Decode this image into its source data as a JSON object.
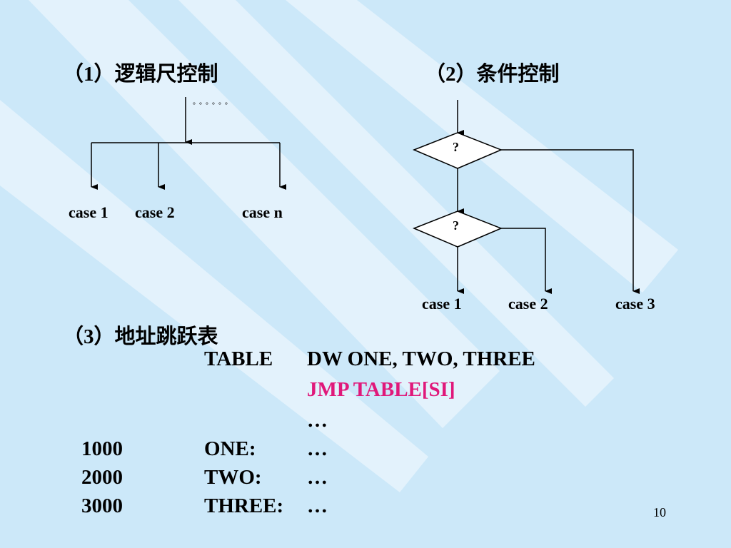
{
  "slide": {
    "headings": {
      "logic": "（1）逻辑尺控制",
      "condition": "（2）条件控制",
      "jump_table": "（3）地址跳跃表"
    },
    "logic_diagram": {
      "dots": "。。。。。。",
      "cases": [
        "case 1",
        "case 2",
        "case n"
      ]
    },
    "condition_diagram": {
      "decision_label": "?",
      "cases": [
        "case 1",
        "case 2",
        "case 3"
      ]
    },
    "code": {
      "line1": {
        "label": "TABLE",
        "instruction": "DW  ONE, TWO, THREE"
      },
      "line2": {
        "instruction": "JMP   TABLE[SI]"
      },
      "line3": {
        "instruction": "…"
      },
      "rows": [
        {
          "addr": "1000",
          "label": "ONE:",
          "body": "…"
        },
        {
          "addr": "2000",
          "label": "TWO:",
          "body": "…"
        },
        {
          "addr": "3000",
          "label": "THREE:",
          "body": "…"
        }
      ]
    },
    "page_number": "10",
    "colors": {
      "background": "#cce8f9",
      "stripe": "#e3f2fc",
      "highlight": "#e0187a"
    }
  }
}
